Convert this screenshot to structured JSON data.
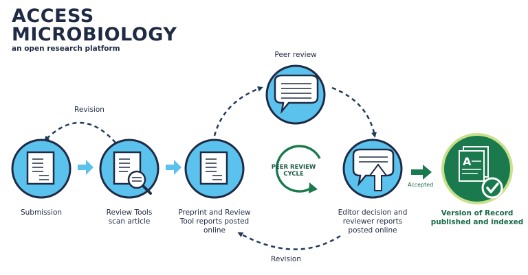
{
  "brand": {
    "title_line1": "ACCESS",
    "title_line2": "MICROBIOLOGY",
    "subtitle": "an open research platform"
  },
  "steps": {
    "submission": "Submission",
    "review_tools": [
      "Review Tools",
      "scan article"
    ],
    "preprint": [
      "Preprint and Review",
      "Tool reports posted",
      "online"
    ],
    "peer_review": "Peer review",
    "editor": [
      "Editor decision and",
      "reviewer reports",
      "posted online"
    ],
    "version_of_record": [
      "Version of Record",
      "published and indexed"
    ]
  },
  "labels": {
    "revision_top": "Revision",
    "revision_bottom": "Revision",
    "accepted": "Accepted",
    "cycle": [
      "PEER REVIEW",
      "CYCLE"
    ],
    "doc_letter": "A"
  },
  "colors": {
    "circle_fill": "#5bc2ee",
    "circle_stroke": "#1f2a44",
    "arrow_blue": "#5bc2ee",
    "dashed": "#1f3a5a",
    "green": "#1a7a4e",
    "green_ring": "#c9e08a"
  }
}
